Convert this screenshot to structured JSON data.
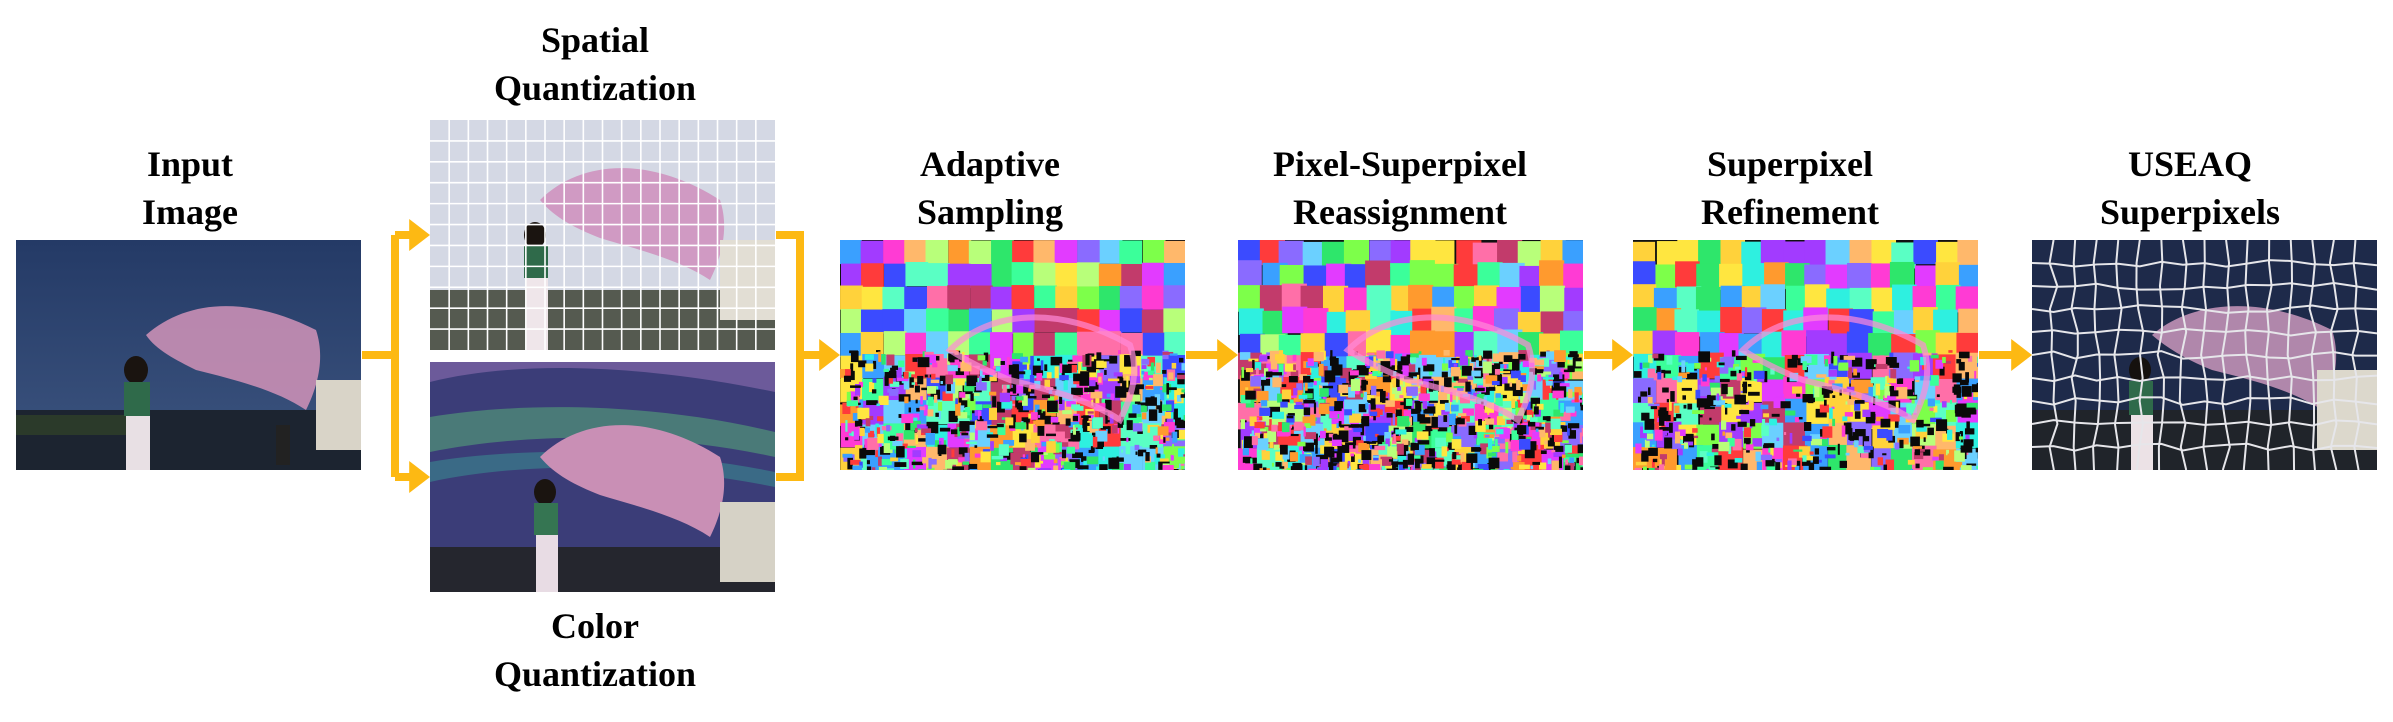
{
  "labels": {
    "input": [
      "Input",
      "Image"
    ],
    "spatial": [
      "Spatial",
      "Quantization"
    ],
    "color": [
      "Color",
      "Quantization"
    ],
    "adaptive": [
      "Adaptive",
      "Sampling"
    ],
    "reassign": [
      "Pixel-Superpixel",
      "Reassignment"
    ],
    "refine": [
      "Superpixel",
      "Refinement"
    ],
    "useaq": [
      "USEAQ",
      "Superpixels"
    ]
  },
  "colors": {
    "arrow": "#FDB913",
    "sky": "#2f4470",
    "grid_line": "#ffffff"
  }
}
